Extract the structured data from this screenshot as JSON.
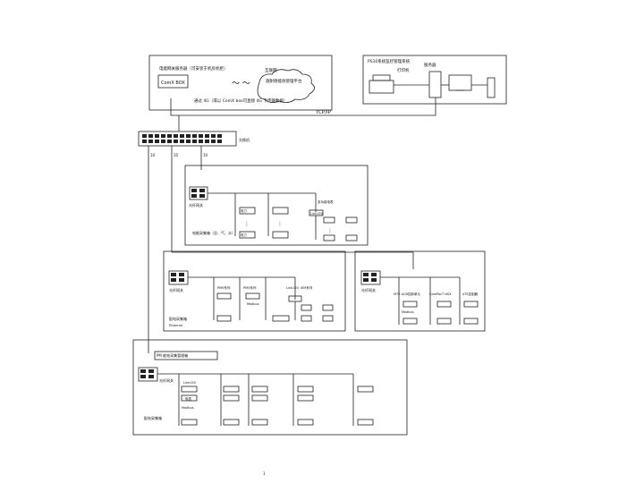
{
  "top_left_panel": {
    "server_label": "电能网关服务器（可安装于机房机柜）",
    "comx_box": "ComX BOX",
    "cloud_label": "互联网",
    "cloud_sub": "施耐德能效管理平台",
    "tilde": "～ ～",
    "bottom_note": "通过 4G（或以 ComX box可直接 4G 卡传输数据）"
  },
  "top_right_panel": {
    "title": "PS10系统监控管理系统",
    "printer_label": "打印机",
    "server_label": "服务器"
  },
  "tcp_label": "TCP/IP",
  "switch": {
    "label": "交换机"
  },
  "links": {
    "l1": "10",
    "l2": "10",
    "l3": "10"
  },
  "branch_a": {
    "gateway_label": "光纤网关",
    "meter_top": "电力",
    "meter_bottom": "电力",
    "group_label": "多功能电表",
    "link_label": "Link150",
    "caption": "电能采集箱（总、气、水）",
    "dots": "⋮"
  },
  "branch_b": {
    "gateway_label": "光纤网关",
    "caption": "配电采集箱",
    "sub": "Ethernet",
    "col1": "PM5系列",
    "col2": "PM5系列",
    "col3": "Link150",
    "col4": "iEM系列",
    "modbus": "Modbus"
  },
  "branch_c": {
    "gateway_label": "光纤网关",
    "col1": "MTZ ACB控制单元",
    "col2": "ComPacT NSX",
    "col3": "ATS控制器",
    "modbus": "Modbus"
  },
  "branch_d": {
    "title": "PM 能效采集管理箱",
    "gateway_label": "光纤网关",
    "caption": "配电采集箱",
    "col_head": "Link150",
    "modbus": "Modbus",
    "meter": "电表"
  },
  "footer": "1"
}
